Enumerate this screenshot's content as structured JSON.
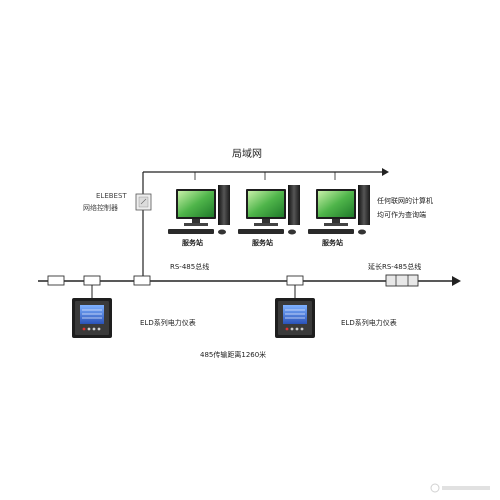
{
  "network": {
    "lan_label": "局域网",
    "controller_name": "ELEBEST",
    "controller_subtitle": "网络控制器",
    "workstations": [
      {
        "label": "服务站"
      },
      {
        "label": "服务站"
      },
      {
        "label": "服务站"
      }
    ],
    "note_line1": "任何联网的计算机",
    "note_line2": "均可作为查询端"
  },
  "bus": {
    "label": "RS-485总线",
    "extension_label": "延长RS-485总线",
    "distance_label": "485传输距离1260米"
  },
  "meters": [
    {
      "label": "ELD系列电力仪表"
    },
    {
      "label": "ELD系列电力仪表"
    }
  ],
  "colors": {
    "line": "#222222",
    "screen_green": "#3ea84a",
    "screen_blue": "#3b6fd8",
    "device_frame": "#2b2b2b",
    "watermark": "#9a9a9a"
  }
}
